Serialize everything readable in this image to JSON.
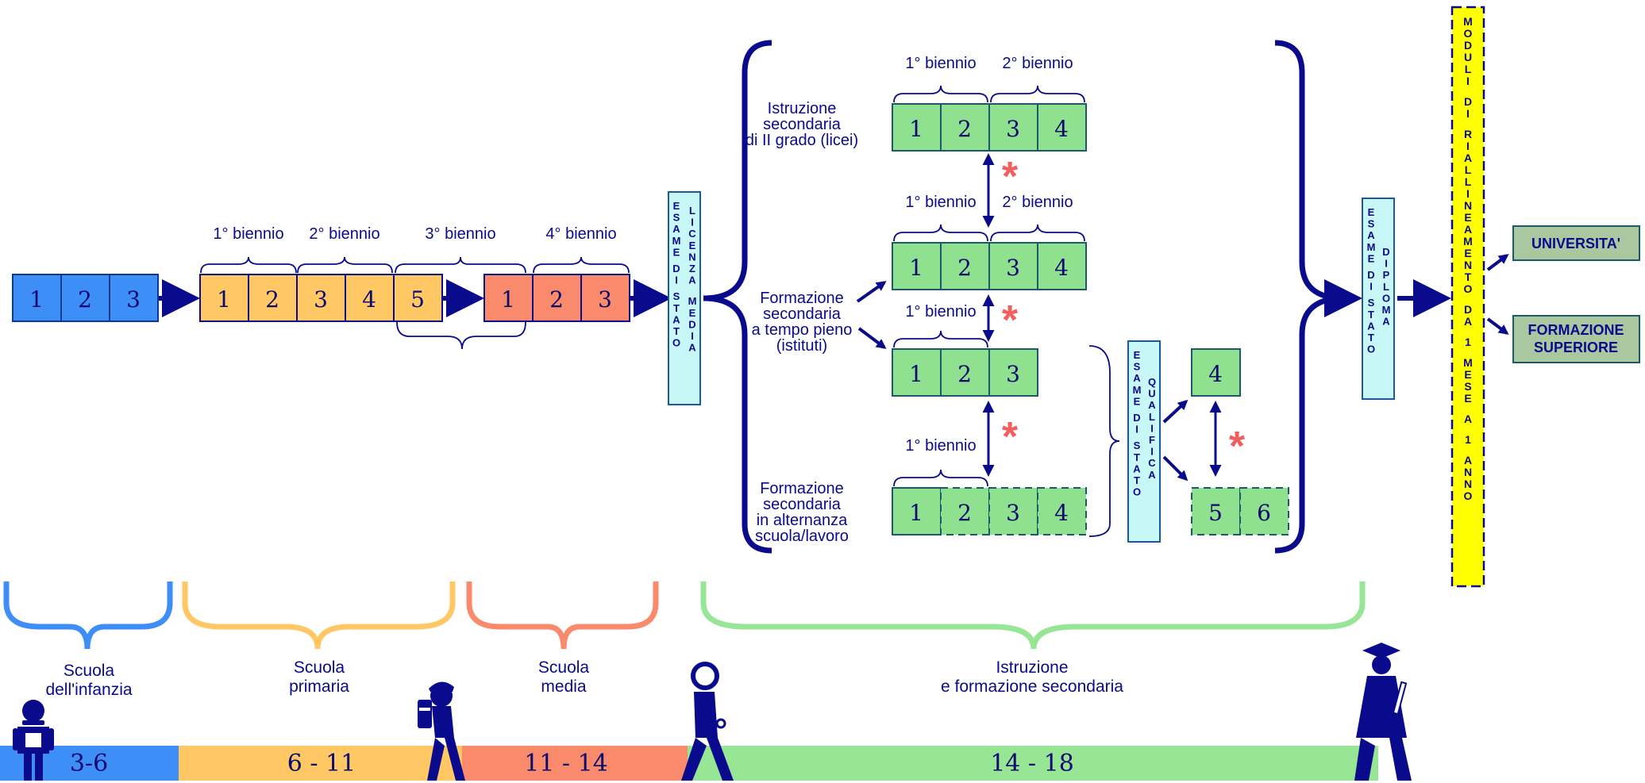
{
  "colors": {
    "navy": "#0a0a8c",
    "infanzia": "#3e8ef7",
    "primaria": "#ffc864",
    "media": "#f98a6c",
    "secondaria": "#96e696",
    "box_green": "#8fe08f",
    "box_border": "#1a5a6a",
    "exam_bg": "#c8f7f7",
    "yellow": "#ffff00",
    "dest_bg": "#a9c8a0",
    "asterisk": "#f06060"
  },
  "infanzia_boxes": [
    "1",
    "2",
    "3"
  ],
  "primaria_boxes": [
    "1",
    "2",
    "3",
    "4",
    "5"
  ],
  "primaria_bienni": [
    "1° biennio",
    "2° biennio",
    "3° biennio"
  ],
  "media_boxes": [
    "1",
    "2",
    "3"
  ],
  "media_biennio": "4° biennio",
  "exam_licenza": [
    "ESAME",
    "DI",
    "STATO",
    "LICENZA",
    "MEDIA"
  ],
  "licei": {
    "label": [
      "Istruzione",
      "secondaria",
      "di II grado (licei)"
    ],
    "bienni": [
      "1° biennio",
      "2° biennio"
    ],
    "boxes": [
      "1",
      "2",
      "3",
      "4"
    ]
  },
  "istituti": {
    "label": [
      "Formazione",
      "secondaria",
      "a tempo pieno",
      "(istituti)"
    ],
    "bienni_top": [
      "1° biennio",
      "2° biennio"
    ],
    "boxes_top": [
      "1",
      "2",
      "3",
      "4"
    ],
    "biennio_mid": "1° biennio",
    "boxes_mid": [
      "1",
      "2",
      "3"
    ]
  },
  "alternanza": {
    "label": [
      "Formazione",
      "secondaria",
      "in alternanza",
      "scuola/lavoro"
    ],
    "biennio": "1° biennio",
    "boxes": [
      "1",
      "2",
      "3",
      "4"
    ]
  },
  "exam_qualifica": [
    "ESAME",
    "DI",
    "STATO",
    "QUALIFICA"
  ],
  "qualifica_boxes": {
    "top": "4",
    "bottom": [
      "5",
      "6"
    ]
  },
  "asterisk": "*",
  "exam_diploma": [
    "ESAME",
    "DI",
    "STATO",
    "DIPLOMA"
  ],
  "moduli": "MODULI DI RIALLINEAMENTO DA 1 MESE A 1 ANNO",
  "destinations": {
    "universita": "UNIVERSITA'",
    "formazione_superiore": [
      "FORMAZIONE",
      "SUPERIORE"
    ]
  },
  "stages": [
    {
      "label": [
        "Scuola",
        "dell'infanzia"
      ],
      "ages": "3-6"
    },
    {
      "label": [
        "Scuola",
        "primaria"
      ],
      "ages": "6 - 11"
    },
    {
      "label": [
        "Scuola",
        "media"
      ],
      "ages": "11 - 14"
    },
    {
      "label": [
        "Istruzione",
        "e formazione secondaria"
      ],
      "ages": "14 - 18"
    }
  ],
  "figure_icons": [
    "child-icon",
    "schoolboy-icon",
    "teen-icon",
    "graduate-icon"
  ]
}
